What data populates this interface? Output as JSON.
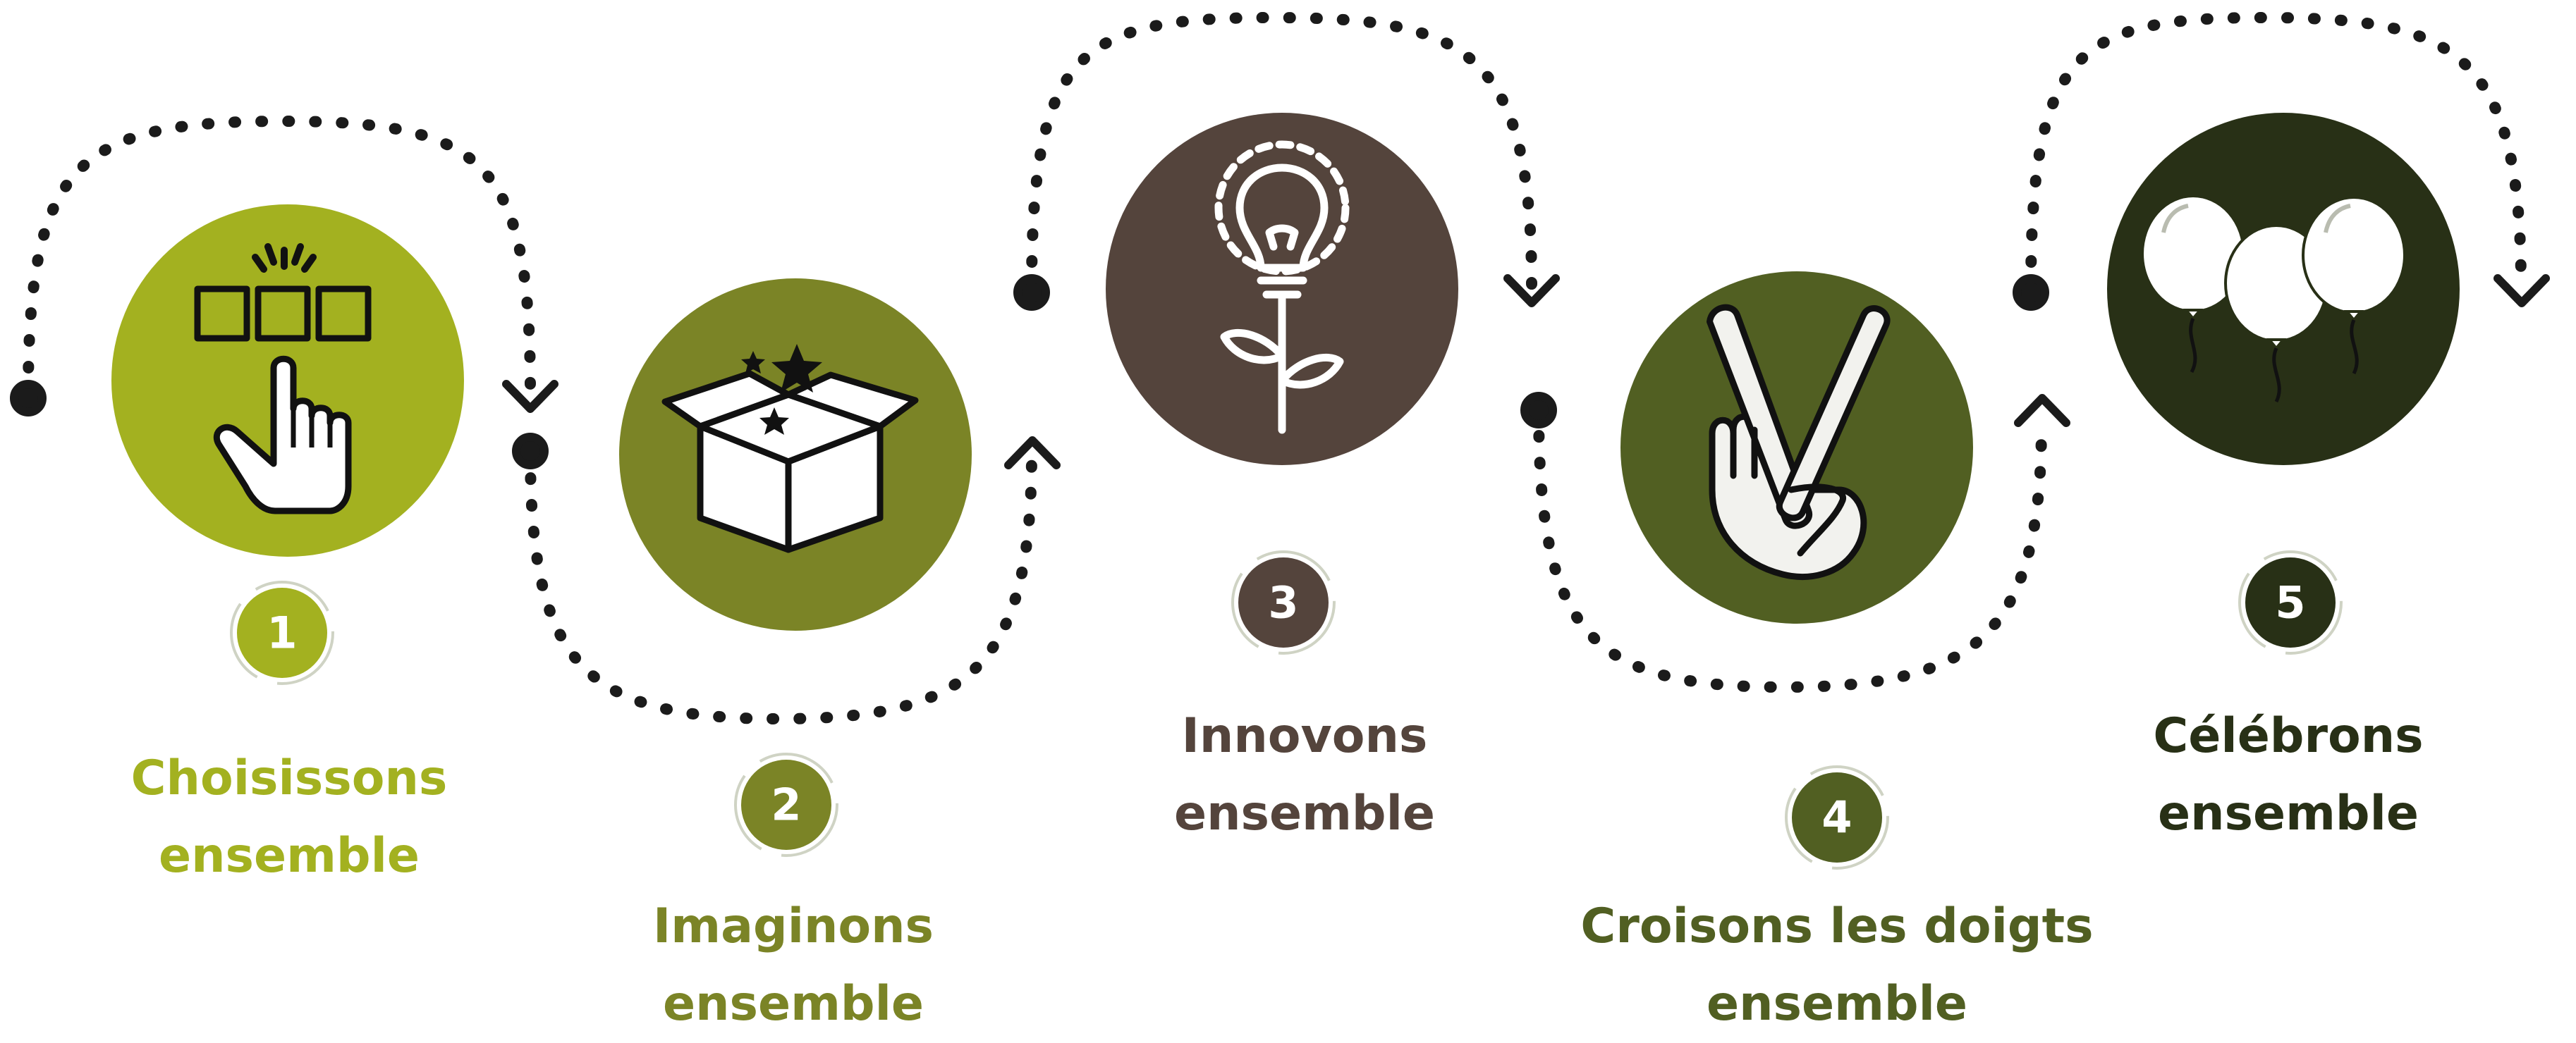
{
  "steps": [
    {
      "number": "1",
      "line1": "Choisissons",
      "line2": "ensemble",
      "color": "#a3b120",
      "icon": "hand-pointer-selection-icon"
    },
    {
      "number": "2",
      "line1": "Imaginons",
      "line2": "ensemble",
      "color": "#7b8426",
      "icon": "gift-box-stars-icon"
    },
    {
      "number": "3",
      "line1": "Innovons",
      "line2": "ensemble",
      "color": "#54443c",
      "icon": "lightbulb-plant-icon"
    },
    {
      "number": "4",
      "line1": "Croisons les doigts",
      "line2": "ensemble",
      "color": "#515f22",
      "icon": "crossed-fingers-icon"
    },
    {
      "number": "5",
      "line1": "Célébrons",
      "line2": "ensemble",
      "color": "#283016",
      "icon": "balloons-icon"
    }
  ],
  "connector_color": "#1b1b1b"
}
